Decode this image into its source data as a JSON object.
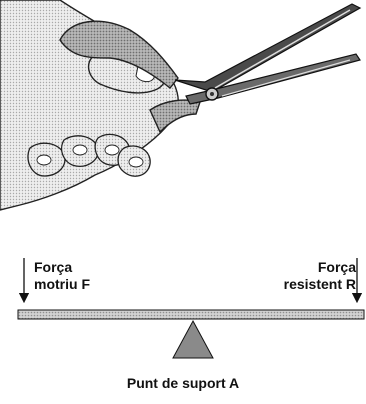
{
  "diagram": {
    "effort_label_line1": "Força",
    "effort_label_line2": "motriu F",
    "resistance_label_line1": "Força",
    "resistance_label_line2": "resistent R",
    "fulcrum_label": "Punt de suport A"
  },
  "colors": {
    "ink": "#111111",
    "beam_fill": "#bdbdbd",
    "fulcrum_fill": "#8a8a8a",
    "hand_fill": "#e2e2e2",
    "handle_fill": "#9a9a9a",
    "blade_fill": "#4a4a4a"
  }
}
